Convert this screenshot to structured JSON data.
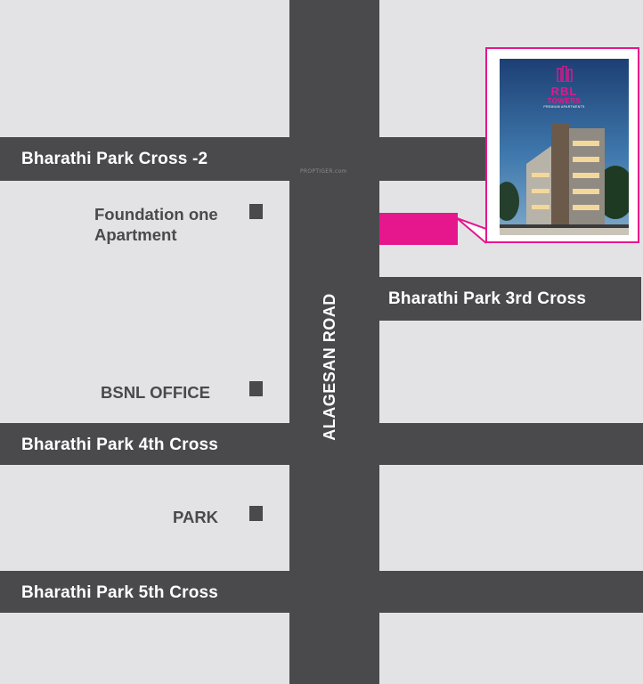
{
  "roads": {
    "alagesan": "ALAGESAN ROAD",
    "cross2": "Bharathi Park Cross -2",
    "cross3": "Bharathi Park 3rd Cross",
    "cross4": "Bharathi Park 4th Cross",
    "cross5": "Bharathi Park 5th Cross"
  },
  "landmarks": {
    "foundation_line1": "Foundation one",
    "foundation_line2": "Apartment",
    "bsnl": "BSNL OFFICE",
    "park": "PARK"
  },
  "project": {
    "logo_top": "RBL",
    "logo_bottom": "TOWERS",
    "logo_tagline": "PREMIUM APARTMENTS"
  },
  "watermark": "PROPTIGER.com",
  "colors": {
    "road": "#4a4a4c",
    "background": "#e3e3e5",
    "accent": "#e6168c"
  },
  "icons": {
    "landmark": "square-marker-icon",
    "project_location": "pink-location-marker"
  }
}
